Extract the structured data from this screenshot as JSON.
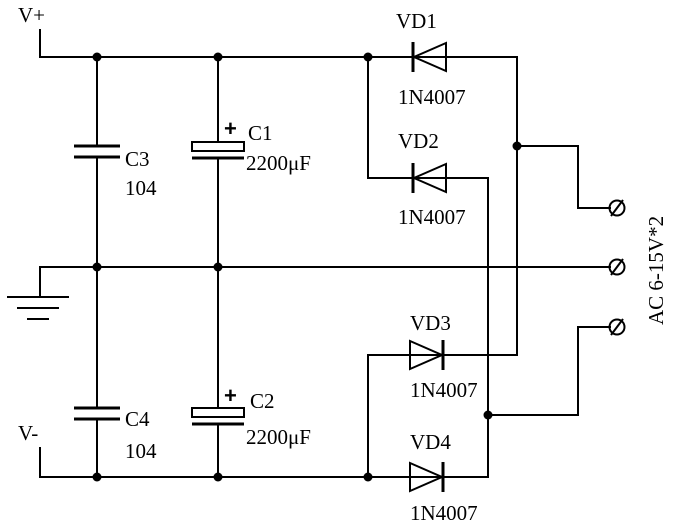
{
  "rails": {
    "positive": "V+",
    "negative": "V-"
  },
  "capacitors": [
    {
      "ref": "C1",
      "value": "2200μF",
      "polarized": true,
      "polarity": "+"
    },
    {
      "ref": "C2",
      "value": "2200μF",
      "polarized": true,
      "polarity": "+"
    },
    {
      "ref": "C3",
      "value": "104",
      "polarized": false
    },
    {
      "ref": "C4",
      "value": "104",
      "polarized": false
    }
  ],
  "diodes": [
    {
      "ref": "VD1",
      "part": "1N4007"
    },
    {
      "ref": "VD2",
      "part": "1N4007"
    },
    {
      "ref": "VD3",
      "part": "1N4007"
    },
    {
      "ref": "VD4",
      "part": "1N4007"
    }
  ],
  "input": {
    "label": "AC 6-15V*2",
    "terminals": 3
  }
}
